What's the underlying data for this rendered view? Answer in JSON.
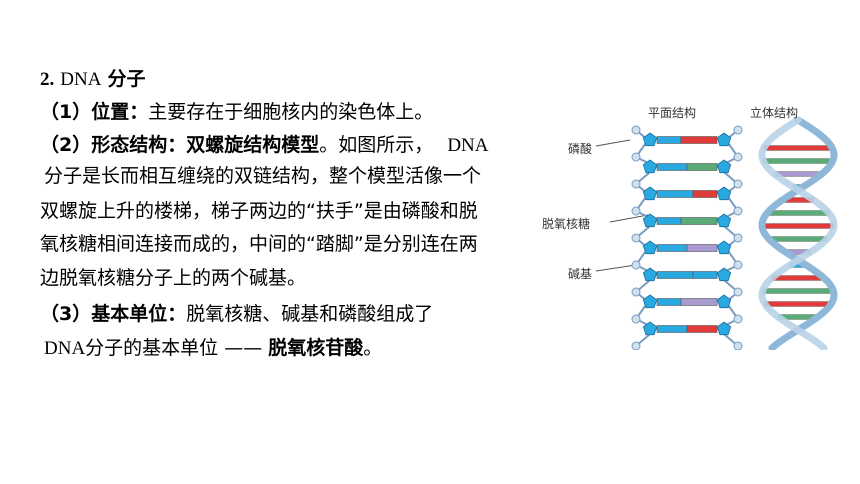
{
  "section": {
    "number": "2.",
    "dna": "DNA",
    "title": "分子"
  },
  "item1": {
    "marker": "（1）",
    "label": "位置：",
    "text": "主要存在于细胞核内的染色体上。"
  },
  "item2": {
    "marker": "（2）",
    "label": "形态结构：",
    "bold_text": "双螺旋结构模型",
    "text_a": "。如图所示，",
    "text_dna": "DNA",
    "line2": "分子是长而相互缠绕的双链结构，整个模型活像一个",
    "line3": "双螺旋上升的楼梯，梯子两边的“扶手”是由磷酸和脱",
    "line4": "氧核糖相间连接而成的，中间的“踏脚”是分别连在两",
    "line5": "边脱氧核糖分子上的两个碱基。"
  },
  "item3": {
    "marker": "（3）",
    "label": "基本单位：",
    "text": "脱氧核糖、碱基和磷酸组成了",
    "line2_dna": "DNA",
    "line2_text": "分子的基本单位",
    "dash": "——",
    "bold_term": "脱氧核苷酸",
    "end": "。"
  },
  "figure": {
    "label_flat": "平面结构",
    "label_3d": "立体结构",
    "label_phosphate": "磷酸",
    "label_deoxyribose": "脱氧核糖",
    "label_base": "碱基",
    "colors": {
      "backbone": "#7a9cc0",
      "phosphate": "#cfe0ee",
      "sugar": "#2aa8e0",
      "base_red": "#e03a3a",
      "base_green": "#5aab78",
      "base_purple": "#a99ad0",
      "base_blue": "#2aa8e0",
      "helix": "#8fb8d8"
    }
  }
}
